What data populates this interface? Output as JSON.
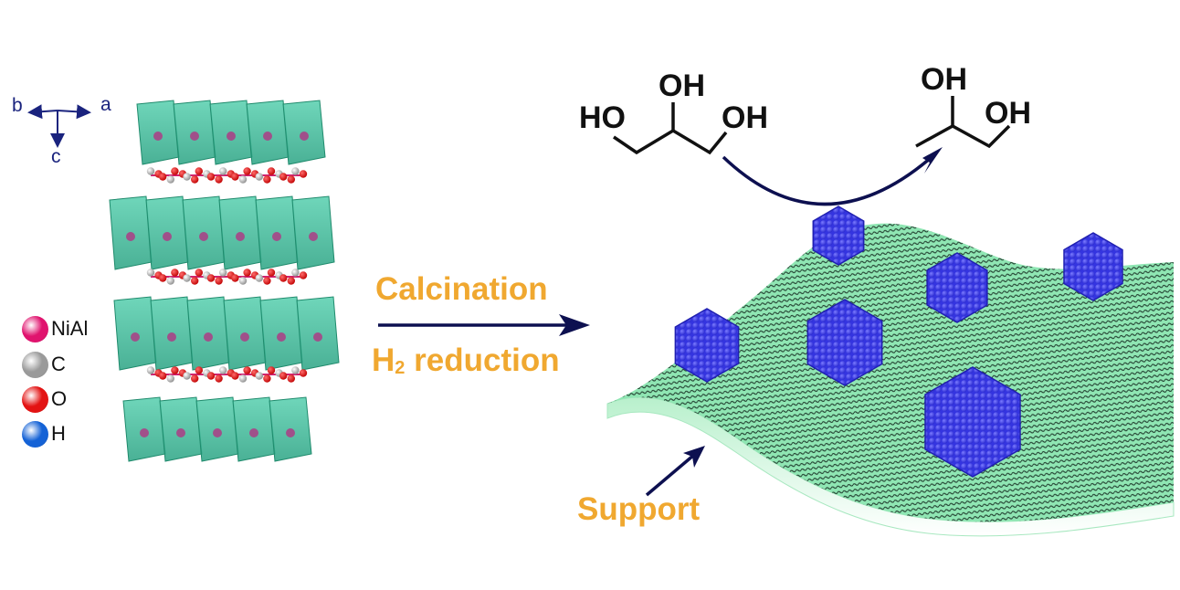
{
  "axes": {
    "b": "b",
    "a": "a",
    "c": "c"
  },
  "legend": [
    {
      "label": "NiAl",
      "color": "#e0136e"
    },
    {
      "label": "C",
      "color": "#9a9a9a"
    },
    {
      "label": "O",
      "color": "#e31313"
    },
    {
      "label": "H",
      "color": "#1462d6"
    }
  ],
  "process": {
    "step1": "Calcination",
    "step2_prefix": "H",
    "step2_sub": "2",
    "step2_suffix": "reduction"
  },
  "reaction": {
    "reactant_oh_left": "HO",
    "reactant_oh_top": "OH",
    "reactant_oh_right": "OH",
    "product_oh_top": "OH",
    "product_oh_right": "OH"
  },
  "support_label": "Support",
  "colors": {
    "arrow": "#0d1050",
    "label_orange": "#f0a830",
    "layer_green": "#3cbf9a",
    "particle_blue": "#3b3bee",
    "support_green": "#7ee0a6"
  }
}
